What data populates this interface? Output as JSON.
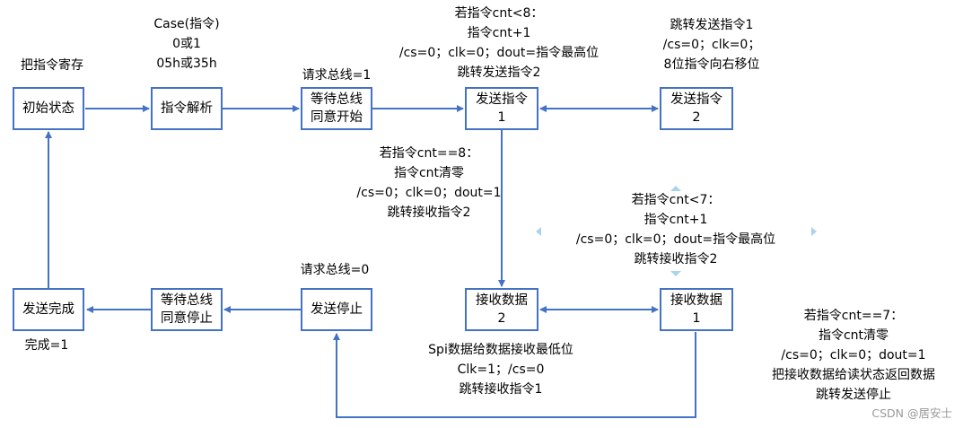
{
  "colors": {
    "stroke": "#4472c4",
    "handle": "#a9d4ee"
  },
  "boxes": {
    "init": {
      "line1": "初始状态"
    },
    "parse": {
      "line1": "指令解析"
    },
    "wait_start": {
      "line1": "等待总线",
      "line2": "同意开始"
    },
    "send1": {
      "line1": "发送指令",
      "line2": "1"
    },
    "send2": {
      "line1": "发送指令",
      "line2": "2"
    },
    "recv2": {
      "line1": "接收数据",
      "line2": "2"
    },
    "recv1": {
      "line1": "接收数据",
      "line2": "1"
    },
    "send_stop": {
      "line1": "发送停止"
    },
    "wait_stop": {
      "line1": "等待总线",
      "line2": "同意停止"
    },
    "done": {
      "line1": "发送完成"
    }
  },
  "labels": {
    "store": "把指令寄存",
    "case": [
      "Case(指令)",
      "0或1",
      "05h或35h"
    ],
    "req_bus1": "请求总线=1",
    "cnt_lt8": [
      "若指令cnt<8：",
      "指令cnt+1",
      "/cs=0；clk=0；dout=指令最高位",
      "跳转发送指令2"
    ],
    "send2_note": [
      "跳转发送指令1",
      "/cs=0；clk=0；",
      "8位指令向右移位"
    ],
    "cnt_eq8": [
      "若指令cnt==8：",
      "指令cnt清零",
      "/cs=0；clk=0；dout=1",
      "跳转接收指令2"
    ],
    "cnt_lt7": [
      "若指令cnt<7：",
      "指令cnt+1",
      "/cs=0；clk=0；dout=指令最高位",
      "跳转接收指令2"
    ],
    "cnt_eq7": [
      "若指令cnt==7：",
      "指令cnt清零",
      "/cs=0；clk=0；dout=1",
      "把接收数据给读状态返回数据",
      "跳转发送停止"
    ],
    "recv2_note": [
      "Spi数据给数据接收最低位",
      "Clk=1；/cs=0",
      "跳转接收指令1"
    ],
    "req_bus0": "请求总线=0",
    "done_flag": "完成=1"
  },
  "watermark": "CSDN @居安士"
}
